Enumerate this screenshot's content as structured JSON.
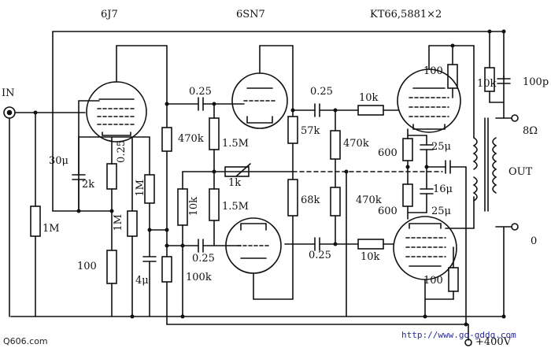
{
  "headers": {
    "tube1": "6J7",
    "tube2": "6SN7",
    "tube3": "KT66,5881×2"
  },
  "input_label": "IN",
  "output": {
    "label": "OUT",
    "tap_8": "8Ω",
    "tap_0": "0"
  },
  "supply": "+400V",
  "watermark_left": "Q606.com",
  "watermark_right": "http://www.go-gddq.com",
  "components": {
    "c_in1": "0.25",
    "c_in2": "0.25",
    "c_out1": "0.25",
    "c_out2": "0.25",
    "c_30u": "30μ",
    "c_025_v": "0.25",
    "c_4u": "4μ",
    "r_1M_in": "1M",
    "r_2k": "2k",
    "r_1M_a": "1M",
    "r_1M_b": "1M",
    "r_100_a": "100",
    "r_470k_a": "470k",
    "r_100k": "100k",
    "r_1M5_a": "1.5M",
    "r_1M5_b": "1.5M",
    "r_1k": "1k",
    "r_10k_a": "10k",
    "r_57k": "57k",
    "r_68k": "68k",
    "r_470k_b": "470k",
    "r_470k_c": "470k",
    "r_10k_b": "10k",
    "r_10k_c": "10k",
    "r_100_b": "100",
    "r_100_c": "100",
    "r_600_a": "600",
    "r_600_b": "600",
    "c_25u_a": "25μ",
    "c_25u_b": "25μ",
    "c_16u": "16μ",
    "r_10k_fb": "10k",
    "c_100p": "100p"
  }
}
